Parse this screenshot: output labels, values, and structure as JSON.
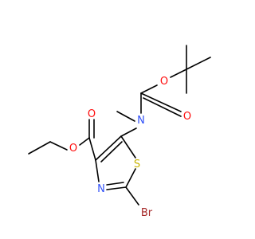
{
  "diagram": {
    "atoms": {
      "O_ester_single": {
        "label": "O",
        "color": "#ff0d0d"
      },
      "O_ester_double": {
        "label": "O",
        "color": "#ff0d0d"
      },
      "O_boc_single": {
        "label": "O",
        "color": "#ff0d0d"
      },
      "O_boc_double": {
        "label": "O",
        "color": "#ff0d0d"
      },
      "N_amine": {
        "label": "N",
        "color": "#3050f8"
      },
      "N_ring": {
        "label": "N",
        "color": "#3050f8"
      },
      "S_ring": {
        "label": "S",
        "color": "#c8b400"
      },
      "Br": {
        "label": "Br",
        "color": "#a62929"
      }
    },
    "bond_color": "#000000"
  }
}
